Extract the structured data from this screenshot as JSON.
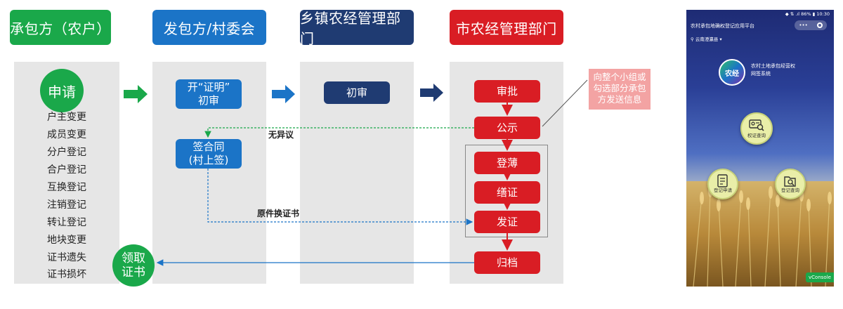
{
  "headers": {
    "contractee": "承包方（农户）",
    "contractor": "发包方/村委会",
    "township": "乡镇农经管理部门",
    "city": "市农经管理部门"
  },
  "contractee": {
    "apply": "申请",
    "items": [
      "户主变更",
      "成员变更",
      "分户登记",
      "合户登记",
      "互换登记",
      "注销登记",
      "转让登记",
      "地块变更",
      "证书遗失",
      "证书损坏"
    ],
    "receive_line1": "领取",
    "receive_line2": "证书"
  },
  "contractor": {
    "cert_line1": "开“证明”",
    "cert_line2": "初审",
    "sign_line1": "签合同",
    "sign_line2": "(村上签)"
  },
  "township": {
    "review": "初审"
  },
  "city": {
    "approve": "审批",
    "publicize": "公示",
    "register": "登薄",
    "make_cert": "缮证",
    "issue": "发证",
    "archive": "归档"
  },
  "labels": {
    "no_objection": "无异议",
    "exchange": "原件换证书"
  },
  "note": "向整个小组或勾选部分承包方发送信息",
  "phone": {
    "status": "◆ ⇅ .ıl 86% ▮ 10:30",
    "app_title": "农村承包地确权登记应用平台",
    "menu": "•••",
    "location": "云南澄瀛县",
    "logo_text": "农经",
    "system_name_line1": "农村土地承包经营权",
    "system_name_line2": "网签系统",
    "btn_cert_query": "权证查询",
    "btn_reg_apply": "登记申请",
    "btn_reg_query": "登记查询",
    "vconsole": "vConsole"
  },
  "colors": {
    "green": "#1aa84a",
    "blue": "#1b74c7",
    "navy": "#1f3b72",
    "red": "#d91d24",
    "panel": "#e6e6e6"
  }
}
